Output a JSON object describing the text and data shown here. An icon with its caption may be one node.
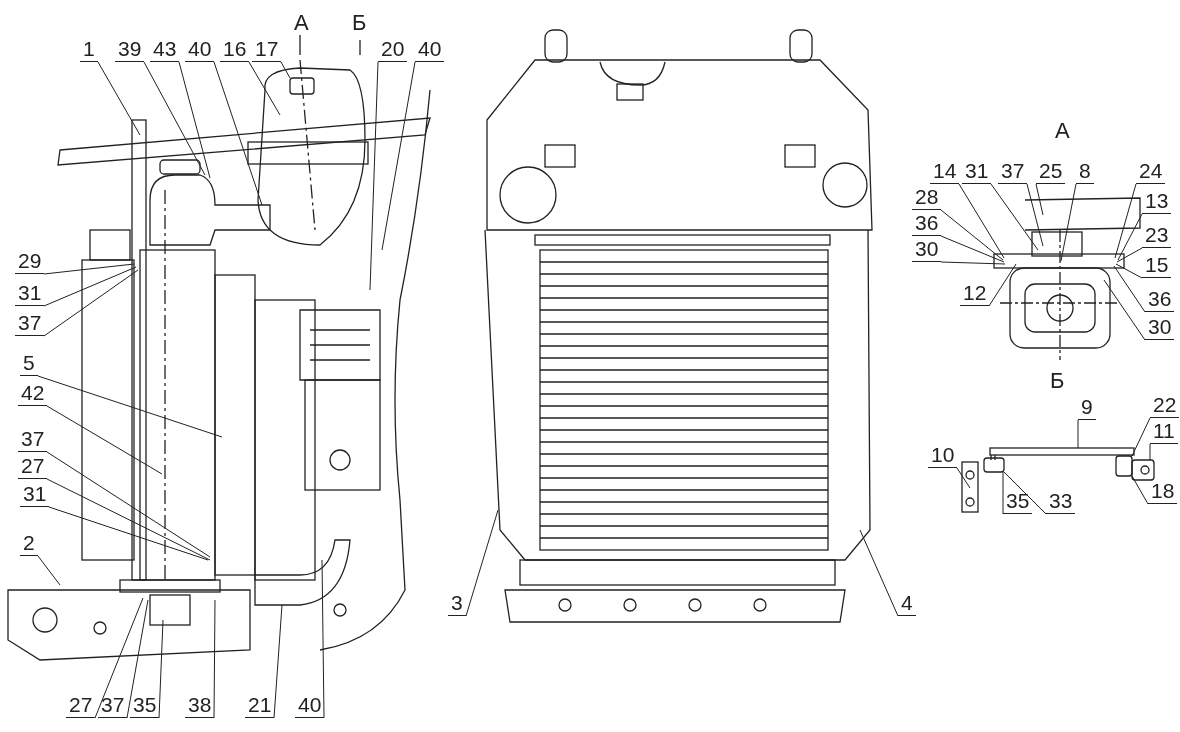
{
  "diagram": {
    "nodes": [
      {
        "text": [
          "1"
        ]
      },
      {
        "text": [
          "39"
        ]
      },
      {
        "text": [
          "43"
        ]
      },
      {
        "text": [
          "40"
        ]
      },
      {
        "text": [
          "16"
        ]
      },
      {
        "text": [
          "17"
        ]
      },
      {
        "text": [
          "20"
        ]
      },
      {
        "text": [
          "40"
        ]
      },
      {
        "text": [
          "29"
        ]
      },
      {
        "text": [
          "31"
        ]
      },
      {
        "text": [
          "37"
        ]
      },
      {
        "text": [
          "5"
        ]
      },
      {
        "text": [
          "42"
        ]
      },
      {
        "text": [
          "37"
        ]
      },
      {
        "text": [
          "27"
        ]
      },
      {
        "text": [
          "31"
        ]
      },
      {
        "text": [
          "2"
        ]
      },
      {
        "text": [
          "27"
        ]
      },
      {
        "text": [
          "37"
        ]
      },
      {
        "text": [
          "35"
        ]
      },
      {
        "text": [
          "38"
        ]
      },
      {
        "text": [
          "21"
        ]
      },
      {
        "text": [
          "40"
        ]
      },
      {
        "text": [
          "3"
        ]
      },
      {
        "text": [
          "4"
        ]
      },
      {
        "text": [
          "14"
        ]
      },
      {
        "text": [
          "31"
        ]
      },
      {
        "text": [
          "37"
        ]
      },
      {
        "text": [
          "25"
        ]
      },
      {
        "text": [
          "8"
        ]
      },
      {
        "text": [
          "24"
        ]
      },
      {
        "text": [
          "28"
        ]
      },
      {
        "text": [
          "13"
        ]
      },
      {
        "text": [
          "36"
        ]
      },
      {
        "text": [
          "23"
        ]
      },
      {
        "text": [
          "30"
        ]
      },
      {
        "text": [
          "15"
        ]
      },
      {
        "text": [
          "12"
        ]
      },
      {
        "text": [
          "36"
        ]
      },
      {
        "text": [
          "30"
        ]
      },
      {
        "text": [
          "9"
        ]
      },
      {
        "text": [
          "22"
        ]
      },
      {
        "text": [
          "11"
        ]
      },
      {
        "text": [
          "10"
        ]
      },
      {
        "text": [
          "18"
        ]
      },
      {
        "text": [
          "35"
        ]
      },
      {
        "text": [
          "33"
        ]
      },
      {
        "text": [],
        "shape": "bar"
      },
      {
        "text": [],
        "shape": "box"
      },
      {
        "text": [],
        "shape": "box"
      },
      {
        "text": [],
        "shape": "box"
      },
      {
        "text": [],
        "shape": "box"
      }
    ],
    "edges": [
      {
        "from": 0,
        "to": null,
        "arrow": "none"
      },
      {
        "from": 1,
        "to": null,
        "arrow": "none"
      },
      {
        "from": 2,
        "to": null,
        "arrow": "none"
      },
      {
        "from": 3,
        "to": null,
        "arrow": "none"
      },
      {
        "from": 4,
        "to": null,
        "arrow": "none"
      },
      {
        "from": 5,
        "to": 51,
        "arrow": "none"
      },
      {
        "from": 6,
        "to": null,
        "arrow": "none"
      },
      {
        "from": 7,
        "to": null,
        "arrow": "none"
      },
      {
        "from": 8,
        "to": null,
        "arrow": "none"
      },
      {
        "from": 9,
        "to": null,
        "arrow": "none"
      },
      {
        "from": 10,
        "to": null,
        "arrow": "none"
      },
      {
        "from": 11,
        "to": null,
        "arrow": "none"
      },
      {
        "from": 12,
        "to": null,
        "arrow": "none"
      },
      {
        "from": 13,
        "to": null,
        "arrow": "none"
      },
      {
        "from": 14,
        "to": null,
        "arrow": "none"
      },
      {
        "from": 15,
        "to": null,
        "arrow": "none"
      },
      {
        "from": 16,
        "to": null,
        "arrow": "none"
      },
      {
        "from": 17,
        "to": null,
        "arrow": "none"
      },
      {
        "from": 18,
        "to": null,
        "arrow": "none"
      },
      {
        "from": 19,
        "to": null,
        "arrow": "none"
      },
      {
        "from": 20,
        "to": null,
        "arrow": "none"
      },
      {
        "from": 21,
        "to": null,
        "arrow": "none"
      },
      {
        "from": 22,
        "to": null,
        "arrow": "none"
      },
      {
        "from": 23,
        "to": null,
        "arrow": "none"
      },
      {
        "from": 24,
        "to": null,
        "arrow": "none"
      },
      {
        "from": 25,
        "to": null,
        "arrow": "none"
      },
      {
        "from": 26,
        "to": null,
        "arrow": "none"
      },
      {
        "from": 27,
        "to": null,
        "arrow": "none"
      },
      {
        "from": 28,
        "to": null,
        "arrow": "none"
      },
      {
        "from": 29,
        "to": null,
        "arrow": "none"
      },
      {
        "from": 30,
        "to": null,
        "arrow": "none"
      },
      {
        "from": 31,
        "to": null,
        "arrow": "none"
      },
      {
        "from": 32,
        "to": null,
        "arrow": "none"
      },
      {
        "from": 33,
        "to": null,
        "arrow": "none"
      },
      {
        "from": 34,
        "to": null,
        "arrow": "none"
      },
      {
        "from": 35,
        "to": null,
        "arrow": "none"
      },
      {
        "from": 36,
        "to": null,
        "arrow": "none"
      },
      {
        "from": 37,
        "to": null,
        "arrow": "none"
      },
      {
        "from": 38,
        "to": null,
        "arrow": "none"
      },
      {
        "from": 39,
        "to": null,
        "arrow": "none"
      },
      {
        "from": 40,
        "to": 47,
        "arrow": "none"
      },
      {
        "from": 41,
        "to": 49,
        "arrow": "none"
      },
      {
        "from": 42,
        "to": 50,
        "arrow": "none"
      },
      {
        "from": 43,
        "to": null,
        "arrow": "none"
      },
      {
        "from": 44,
        "to": 49,
        "arrow": "none"
      },
      {
        "from": 45,
        "to": 48,
        "arrow": "none"
      },
      {
        "from": 46,
        "to": 48,
        "arrow": "none"
      }
    ],
    "labels": [
      "А",
      "Б",
      "А",
      "Б"
    ]
  }
}
